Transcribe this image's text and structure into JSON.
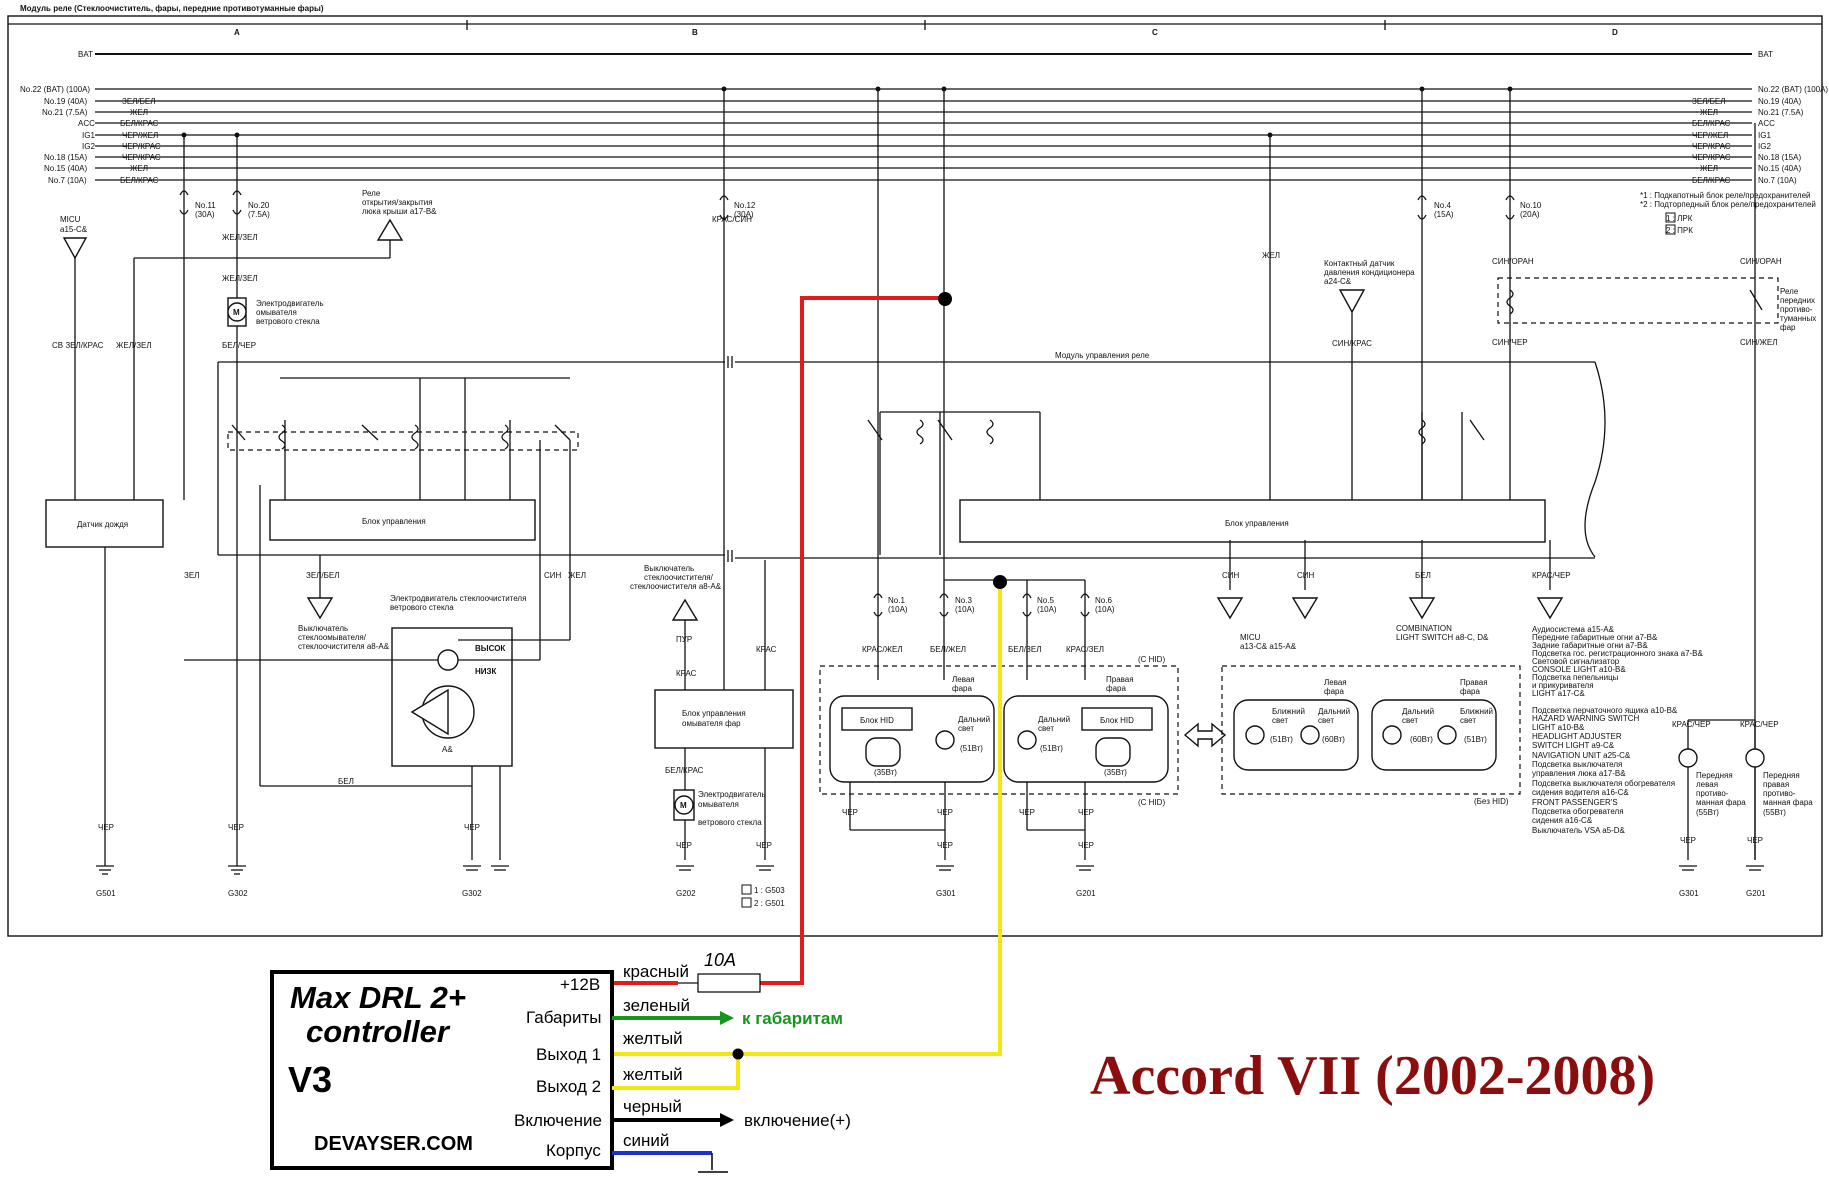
{
  "diagram": {
    "title": "Модуль реле (Стеклоочиститель, фары, передние противотуманные фары)",
    "columns": [
      "A",
      "B",
      "C",
      "D"
    ],
    "bus_label": "BAT",
    "left_bus_labels": [
      "No.22 (BAT) (100A)",
      "No.19 (40A)",
      "No.21 (7.5A)",
      "ACC",
      "IG1",
      "IG2",
      "No.18 (15A)",
      "No.15 (40A)",
      "No.7 (10A)"
    ],
    "left_wire_colors": [
      "ЗЕЛ/БЕЛ",
      "ЖЕЛ",
      "БЕЛ/КРАС",
      "ЧЕР/ЖЕЛ",
      "ЧЕР/КРАС",
      "ЧЕР/КРАС",
      "ЖЕЛ",
      "БЕЛ/КРАС"
    ],
    "right_bus_labels": [
      "No.22 (BAT) (100A)",
      "No.19 (40A)",
      "No.21 (7.5A)",
      "ACC",
      "IG1",
      "IG2",
      "No.18 (15A)",
      "No.15 (40A)",
      "No.7 (10A)"
    ],
    "right_wire_colors": [
      "ЗЕЛ/БЕЛ",
      "ЖЕЛ",
      "БЕЛ/КРАС",
      "ЧЕР/ЖЕЛ",
      "ЧЕР/КРАС",
      "ЧЕР/КРАС",
      "ЖЕЛ",
      "БЕЛ/КРАС"
    ],
    "notes": [
      "*1 : Подкапотный блок реле/предохранителей",
      "*2 : Подторпедный блок реле/предохранителей",
      "1 : ЛРК",
      "2 : ПРК"
    ],
    "fuses_top": [
      {
        "no": "No.11",
        "amp": "(30A)"
      },
      {
        "no": "No.20",
        "amp": "(7.5A)"
      },
      {
        "no": "No.12",
        "amp": "(30A)"
      },
      {
        "no": "No.4",
        "amp": "(15A)"
      },
      {
        "no": "No.10",
        "amp": "(20A)"
      }
    ],
    "fuses_bottom": [
      {
        "no": "No.1",
        "amp": "(10A)"
      },
      {
        "no": "No.3",
        "amp": "(10A)"
      },
      {
        "no": "No.5",
        "amp": "(10A)"
      },
      {
        "no": "No.6",
        "amp": "(10A)"
      }
    ],
    "components": {
      "micu": "MICU",
      "micu_ref": "a15-C&",
      "sunroof_relay_1": "Реле",
      "sunroof_relay_2": "открытия/закрытия",
      "sunroof_relay_3": "люка крыши a17-B&",
      "washer_motor_1": "Электродвигатель",
      "washer_motor_2": "омывателя",
      "washer_motor_3": "ветрового стекла",
      "rain_sensor": "Датчик дождя",
      "relay_module": "Модуль управления реле",
      "control_block": "Блок управления",
      "wiper_motor_1": "Электродвигатель стеклоочистителя",
      "wiper_motor_2": "ветрового стекла",
      "high": "ВЫСОК",
      "low": "НИЗК",
      "washer_switch_1": "Выключатель",
      "washer_switch_2": "стеклоомывателя/",
      "washer_switch_3": "стеклоочистителя a8-A&",
      "washer_switch_b1": "Выключатель",
      "washer_switch_b2": "стеклоочистителя/",
      "washer_switch_b3": "стеклоочистителя a8-A&",
      "headlight_washer_1": "Блок управления",
      "headlight_washer_2": "омывателя фар",
      "ac_sensor_1": "Контактный датчик",
      "ac_sensor_2": "давления кондиционера",
      "ac_sensor_3": "a24-C&",
      "fog_relay_1": "Реле",
      "fog_relay_2": "передних",
      "fog_relay_3": "противо-",
      "fog_relay_4": "туманных",
      "fog_relay_5": "фар",
      "combo_switch_1": "COMBINATION",
      "combo_switch_2": "LIGHT SWITCH a8-C, D&",
      "micu_2": "MICU",
      "micu_2_ref": "a13-C& a15-A&",
      "hid_block": "Блок HID",
      "left_headlight_1": "Левая",
      "left_headlight_2": "фара",
      "right_headlight_1": "Правая",
      "right_headlight_2": "фара",
      "high_beam_1": "Дальний",
      "high_beam_2": "свет",
      "low_beam_1": "Ближний",
      "low_beam_2": "свет",
      "w35": "(35Вт)",
      "w51": "(51Вт)",
      "w60": "(60Вт)",
      "with_hid": "(С HID)",
      "without_hid": "(Без HID)",
      "fog_left_1": "Передняя",
      "fog_left_2": "левая",
      "fog_left_3": "противо-",
      "fog_left_4": "манная фара",
      "fog_right_1": "Передняя",
      "fog_right_2": "правая",
      "fog_right_3": "противо-",
      "fog_right_4": "манная фара",
      "w55": "(55Вт)"
    },
    "circuit_list": [
      "Аудиосистема a15-A&",
      "Передние габаритные огни a7-B&",
      "Задние габаритные огни a7-B&",
      "Подсветка гос. регистрационного знака a7-B&",
      "Световой сигнализатор",
      "CONSOLE LIGHT a10-B&",
      "Подсветка пепельницы",
      "и прикуривателя",
      "LIGHT a17-C&",
      "Подсветка перчаточного ящика a10-B&",
      "HAZARD WARNING SWITCH",
      "LIGHT a10-B&",
      "HEADLIGHT ADJUSTER",
      "SWITCH LIGHT a9-C&",
      "NAVIGATION UNIT a25-C&",
      "Подсветка выключателя",
      "управления люка a17-B&",
      "Подсветка выключателя обогревателя",
      "сидения водителя a16-C&",
      "FRONT PASSENGER'S",
      "Подсветка обогревателя",
      "сидения a16-C&",
      "Выключатель VSA a5-D&"
    ],
    "wire_labels": {
      "zel_kras": "СВ ЗЕЛ/КРАС",
      "zhel_zel": "ЖЕЛ/ЗЕЛ",
      "bel_cher": "БЕЛ/ЧЕР",
      "zel": "ЗЕЛ",
      "zel_bel": "ЗЕЛ/БЕЛ",
      "sin": "СИН",
      "zhel": "ЖЕЛ",
      "bel": "БЕЛ",
      "cher": "ЧЕР",
      "kras_sin": "КРАС/СИН",
      "pur": "ПУР",
      "kras": "КРАС",
      "bel_kras": "БЕЛ/КРАС",
      "kras_zhel": "КРАС/ЖЕЛ",
      "bel_zhel": "БЕЛ/ЖЕЛ",
      "bel_zel": "БЕЛ/ЗЕЛ",
      "kras_zel": "КРАС/ЗЕЛ",
      "sin_kras": "СИН/КРАС",
      "sin_oran": "СИН/ОРАН",
      "sin_cher": "СИН/ЧЕР",
      "sin_zhel": "СИН/ЖЕЛ",
      "kras_cher": "КРАС/ЧЕР",
      "zhel_up": "ЖЕЛ"
    },
    "grounds": [
      "G501",
      "G302",
      "G302",
      "G202",
      "G301",
      "G201",
      "G301",
      "G201"
    ],
    "ground_notes": [
      "1 : G503",
      "2 : G501"
    ]
  },
  "controller": {
    "title_line1": "Max DRL 2+",
    "title_line2": "controller",
    "version": "V3",
    "website": "DEVAYSER.COM",
    "pins": [
      "+12В",
      "Габариты",
      "Выход 1",
      "Выход 2",
      "Включение",
      "Корпус"
    ],
    "wires": [
      "красный",
      "зеленый",
      "желтый",
      "желтый",
      "черный",
      "синий"
    ],
    "fuse": "10A",
    "to_parking": "к габаритам",
    "to_ignition": "включение(+)",
    "colors": {
      "red": "#e21b1b",
      "green": "#16961c",
      "yellow": "#f2e80f",
      "black": "#000000",
      "blue": "#1c2fd1"
    }
  },
  "car_title": "Accord VII (2002-2008)",
  "car_title_color": "#8b0e0e"
}
